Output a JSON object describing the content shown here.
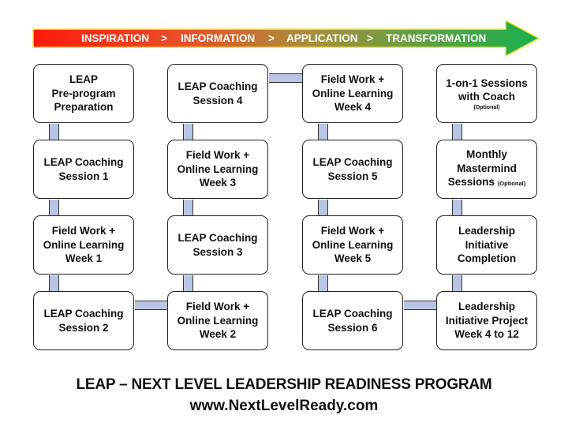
{
  "banner": {
    "stages": [
      "INSPIRATION",
      "INFORMATION",
      "APPLICATION",
      "TRANSFORMATION"
    ],
    "separator": ">",
    "gradient": {
      "start": "#ff1a0a",
      "mid": "#e0552a",
      "end": "#1aae4c"
    },
    "outline": "#f5e62a"
  },
  "columns": [
    {
      "boxes": [
        {
          "lines": [
            "LEAP",
            "Pre-program",
            "Preparation"
          ]
        },
        {
          "lines": [
            "LEAP Coaching",
            "Session 1"
          ]
        },
        {
          "lines": [
            "Field Work +",
            "Online Learning",
            "Week 1"
          ]
        },
        {
          "lines": [
            "LEAP Coaching",
            "Session 2"
          ]
        }
      ]
    },
    {
      "boxes": [
        {
          "lines": [
            "LEAP Coaching",
            "Session 4"
          ]
        },
        {
          "lines": [
            "Field Work +",
            "Online Learning",
            "Week 3"
          ]
        },
        {
          "lines": [
            "LEAP Coaching",
            "Session 3"
          ]
        },
        {
          "lines": [
            "Field Work +",
            "Online Learning",
            "Week 2"
          ]
        }
      ]
    },
    {
      "boxes": [
        {
          "lines": [
            "Field Work +",
            "Online Learning",
            "Week 4"
          ]
        },
        {
          "lines": [
            "LEAP Coaching",
            "Session 5"
          ]
        },
        {
          "lines": [
            "Field Work +",
            "Online Learning",
            "Week 5"
          ]
        },
        {
          "lines": [
            "LEAP Coaching",
            "Session 6"
          ]
        }
      ]
    },
    {
      "boxes": [
        {
          "lines": [
            "1-on-1 Sessions",
            "with Coach"
          ],
          "note": "(Optional)"
        },
        {
          "lines": [
            "Monthly",
            "Mastermind"
          ],
          "last_line": "Sessions",
          "inline_note": "(Optional)"
        },
        {
          "lines": [
            "Leadership",
            "Initiative",
            "Completion"
          ]
        },
        {
          "lines": [
            "Leadership",
            "Initiative Project",
            "Week 4 to 12"
          ]
        }
      ]
    }
  ],
  "connector_color": "#b8c6e4",
  "footer": {
    "title": "LEAP – NEXT LEVEL LEADERSHIP READINESS PROGRAM",
    "url": "www.NextLevelReady.com"
  }
}
